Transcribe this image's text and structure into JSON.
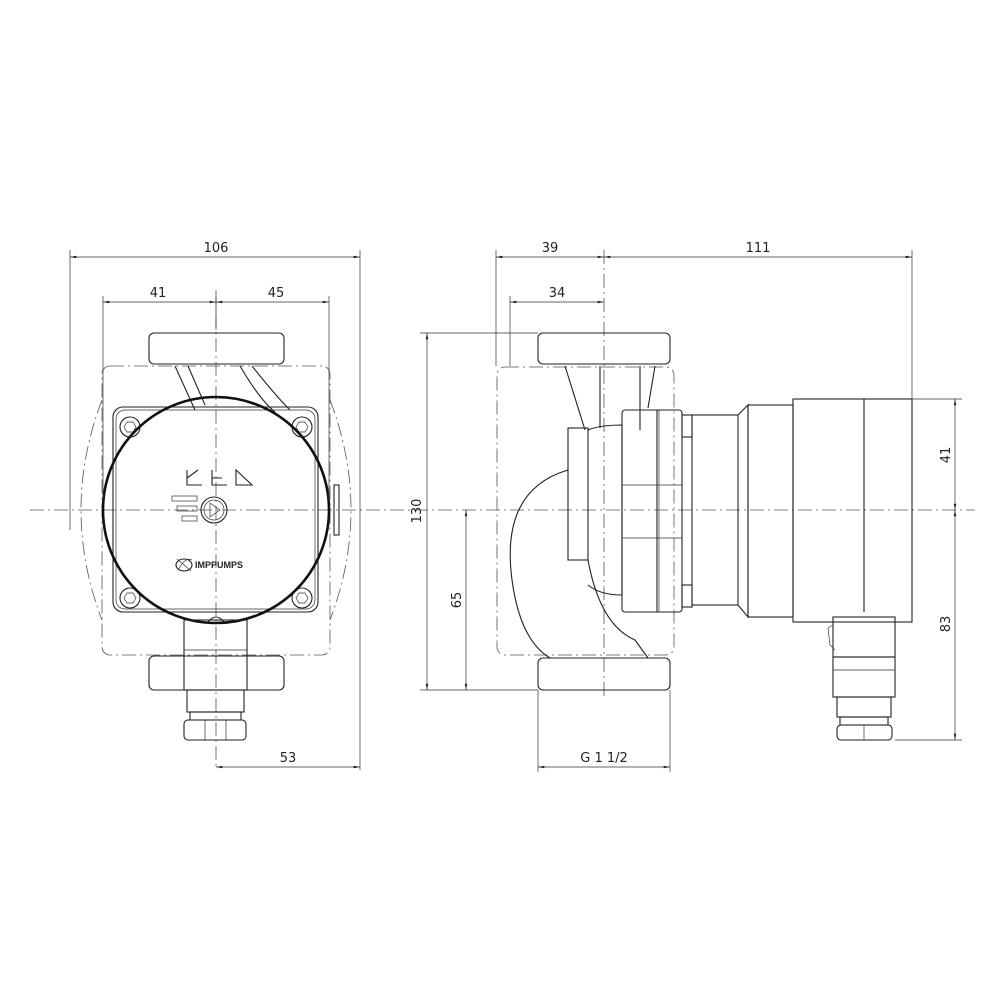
{
  "logo": {
    "text": "IMPPUMPS"
  },
  "front_view": {
    "dims": {
      "overall_width": "106",
      "left_half": "41",
      "right_half": "45",
      "terminal_offset": "53"
    }
  },
  "side_view": {
    "dims": {
      "front_depth": "39",
      "motor_depth": "111",
      "inner_depth": "34",
      "height": "130",
      "half_height": "65",
      "thread": "G 1 1/2",
      "upper_height": "41",
      "lower_height": "83"
    }
  }
}
